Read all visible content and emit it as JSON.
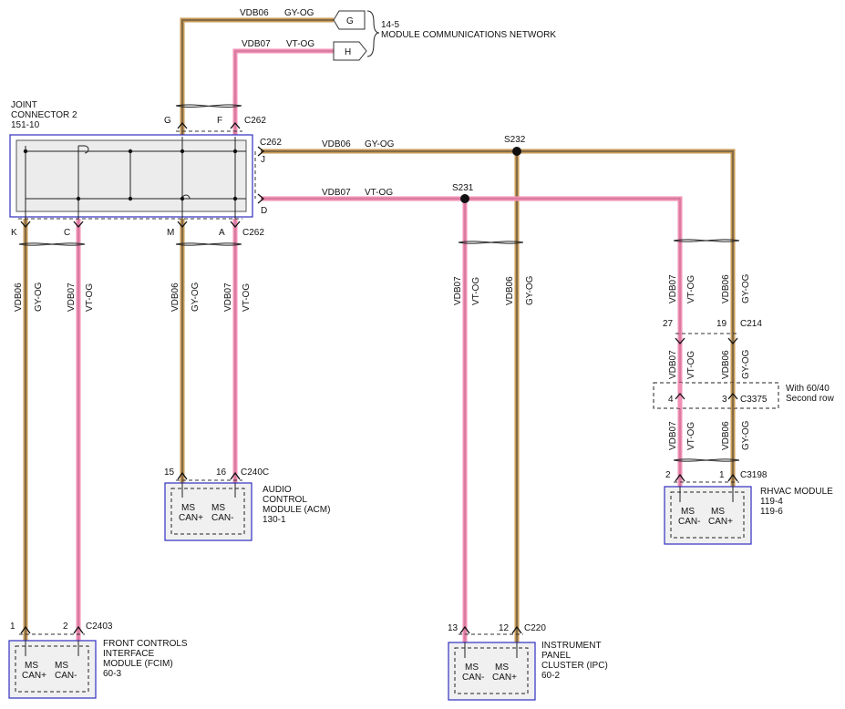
{
  "network_ref": {
    "number": "14-5",
    "title": "MODULE COMMUNICATIONS NETWORK",
    "pin_g": "G",
    "pin_h": "H"
  },
  "joint_connector": {
    "line1": "JOINT",
    "line2": "CONNECTOR 2",
    "ref": "151-10"
  },
  "pins": {
    "g": "G",
    "f": "F",
    "j": "J",
    "d": "D",
    "k": "K",
    "c": "C",
    "m": "M",
    "a": "A"
  },
  "connectors": {
    "c262": "C262",
    "c240c": "C240C",
    "c2403": "C2403",
    "c220": "C220",
    "c214": "C214",
    "c3375": "C3375",
    "c3198": "C3198"
  },
  "splices": {
    "s232": "S232",
    "s231": "S231"
  },
  "circuits": {
    "vdb06": "VDB06",
    "vdb07": "VDB07",
    "gy_og": "GY-OG",
    "vt_og": "VT-OG"
  },
  "pin_numbers": {
    "acm_15": "15",
    "acm_16": "16",
    "fcim_1": "1",
    "fcim_2": "2",
    "ipc_13": "13",
    "ipc_12": "12",
    "c214_27": "27",
    "c214_19": "19",
    "c3375_4": "4",
    "c3375_3": "3",
    "c3198_2": "2",
    "c3198_1": "1"
  },
  "option_note": {
    "line1": "With 60/40",
    "line2": "Second row"
  },
  "modules": {
    "acm": {
      "line1": "AUDIO",
      "line2": "CONTROL",
      "line3": "MODULE (ACM)",
      "ref": "130-1",
      "pinA1": "MS",
      "pinA2": "CAN+",
      "pinB1": "MS",
      "pinB2": "CAN-"
    },
    "fcim": {
      "line1": "FRONT CONTROLS",
      "line2": "INTERFACE",
      "line3": "MODULE (FCIM)",
      "ref": "60-3",
      "pinA1": "MS",
      "pinA2": "CAN+",
      "pinB1": "MS",
      "pinB2": "CAN-"
    },
    "ipc": {
      "line1": "INSTRUMENT",
      "line2": "PANEL",
      "line3": "CLUSTER (IPC)",
      "ref": "60-2",
      "pinA1": "MS",
      "pinA2": "CAN-",
      "pinB1": "MS",
      "pinB2": "CAN+"
    },
    "rhvac": {
      "line1": "RHVAC MODULE",
      "ref1": "119-4",
      "ref2": "119-6",
      "pinA1": "MS",
      "pinA2": "CAN-",
      "pinB1": "MS",
      "pinB2": "CAN+"
    }
  },
  "colors": {
    "orange": "#c99a55",
    "gray": "#7a6a50",
    "pink": "#f28fb5",
    "box_border": "#3030c0",
    "box_fill": "#f0f0f0"
  }
}
